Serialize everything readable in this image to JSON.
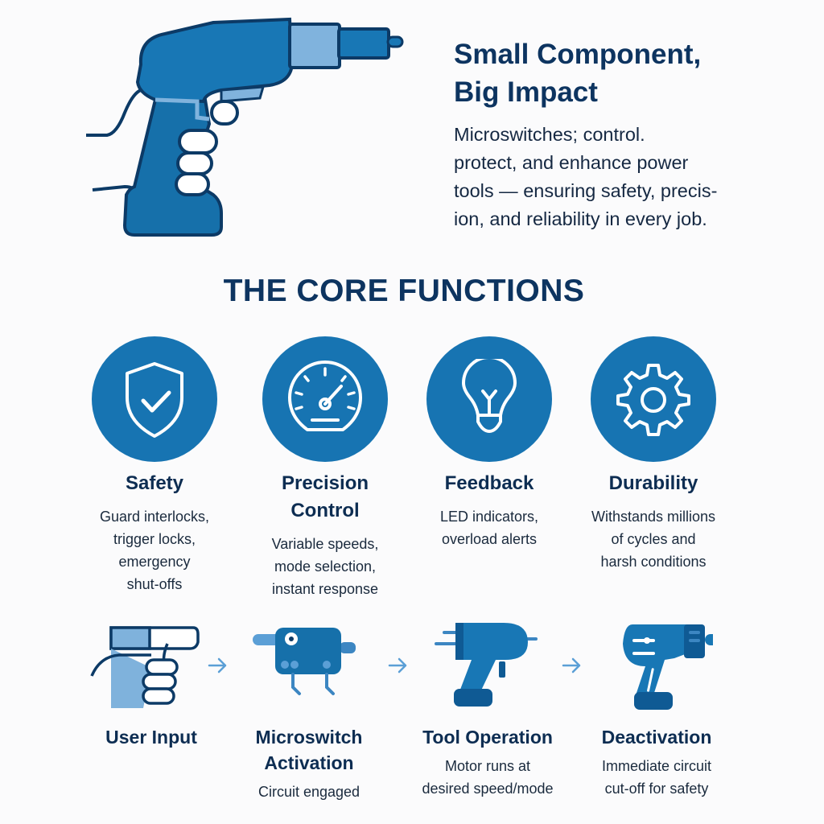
{
  "hero": {
    "title_lines": [
      "Small Component,",
      "Big Impact"
    ],
    "description_lines": [
      "Microswitches; control.",
      "protect, and enhance power",
      "tools — ensuring safety, precis-",
      "ion, and reliability in every job."
    ],
    "illustration": "power-drill-in-hand"
  },
  "core_functions": {
    "title": "THE CORE FUNCTIONS",
    "items": [
      {
        "icon": "shield-check-icon",
        "name": "Safety",
        "desc_lines": [
          "Guard interlocks,",
          "trigger locks,",
          "emergency",
          "shut-offs"
        ]
      },
      {
        "icon": "speedometer-icon",
        "name_lines": [
          "Precision",
          "Control"
        ],
        "desc_lines": [
          "Variable speeds,",
          "mode selection,",
          "instant response"
        ]
      },
      {
        "icon": "lightbulb-icon",
        "name": "Feedback",
        "desc_lines": [
          "LED indicators,",
          "overload alerts"
        ]
      },
      {
        "icon": "gear-icon",
        "name": "Durability",
        "desc_lines": [
          "Withstands millions",
          "of cycles and",
          "harsh conditions"
        ]
      }
    ]
  },
  "process": {
    "steps": [
      {
        "icon": "hand-trigger-icon",
        "name_lines": [
          "User Input"
        ],
        "desc_lines": []
      },
      {
        "icon": "microswitch-icon",
        "name_lines": [
          "Microswitch",
          "Activation"
        ],
        "desc_lines": [
          "Circuit engaged"
        ]
      },
      {
        "icon": "drill-running-icon",
        "name_lines": [
          "Tool Operation"
        ],
        "desc_lines": [
          "Motor runs at",
          "desired speed/mode"
        ]
      },
      {
        "icon": "drill-off-icon",
        "name_lines": [
          "Deactivation"
        ],
        "desc_lines": [
          "Immediate circuit",
          "cut-off for safety"
        ]
      }
    ],
    "arrow_icon": "arrow-right-icon"
  },
  "colors": {
    "primary_blue": "#1774b2",
    "dark_navy": "#0d3460",
    "light_blue": "#7fb2dc",
    "outline": "#0c3a66",
    "background": "#fbfbfc"
  }
}
